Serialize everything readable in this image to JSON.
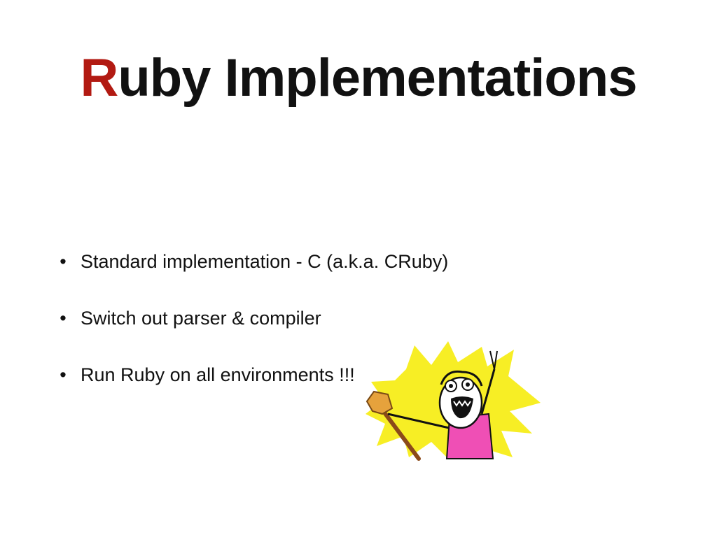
{
  "slide": {
    "title_accent": "R",
    "title_rest": "uby Implementations",
    "bullet_glyph": "•",
    "bullets": [
      {
        "text": "Standard implementation - C (a.k.a. CRuby)"
      },
      {
        "text": "Switch out parser & compiler"
      },
      {
        "text": "Run Ruby on all environments !!!"
      }
    ],
    "colors": {
      "title_accent": "#b21a12",
      "text": "#111111",
      "background": "#ffffff"
    },
    "illustration": {
      "icon": "all-the-things-meme-icon"
    }
  }
}
